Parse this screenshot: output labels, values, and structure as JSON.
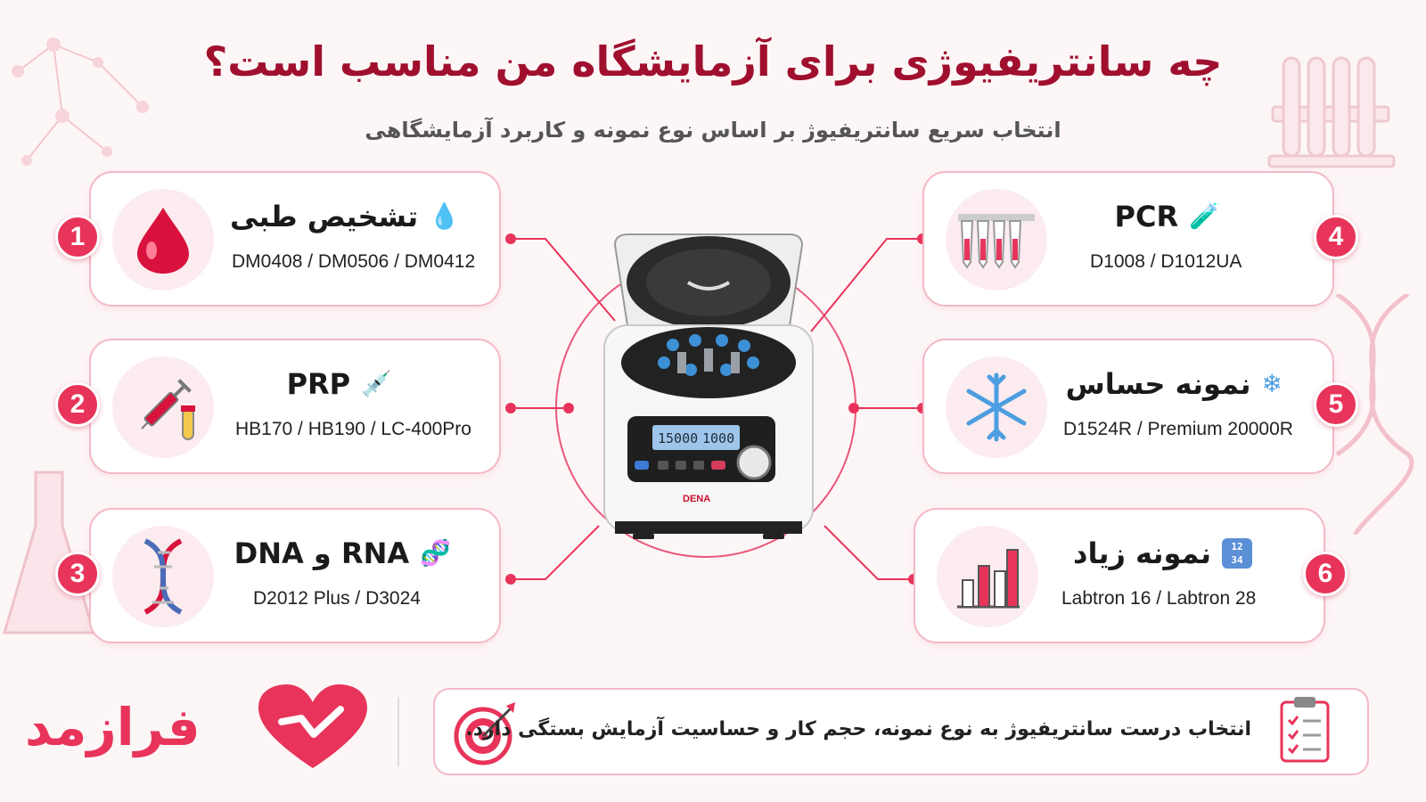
{
  "header": {
    "title": "چه سانتریفیوژی برای آزمایشگاه من مناسب است؟",
    "subtitle": "انتخاب سریع سانتریفیوژ بر اساس نوع نمونه و کاربرد آزمایشگاهی"
  },
  "cards": [
    {
      "number": "1",
      "title": "تشخیص طبی",
      "models": "DM0408 / DM0506 / DM0412",
      "icon": "blood-drop-icon"
    },
    {
      "number": "2",
      "title": "PRP",
      "models": "HB170 / HB190 / LC-400Pro",
      "icon": "syringe-icon"
    },
    {
      "number": "3",
      "title": "RNA و DNA",
      "models": "D2012 Plus / D3024",
      "icon": "dna-icon"
    },
    {
      "number": "4",
      "title": "PCR",
      "models": "D1008 / D1012UA",
      "icon": "pcr-tubes-icon"
    },
    {
      "number": "5",
      "title": "نمونه حساس",
      "models": "D1524R / Premium 20000R",
      "icon": "snowflake-icon"
    },
    {
      "number": "6",
      "title": "نمونه زیاد",
      "models": "Labtron 16 / Labtron 28",
      "icon": "bar-chart-icon"
    }
  ],
  "device": {
    "brand": "DENA",
    "display_left": "15000",
    "display_right": "1000"
  },
  "footer": {
    "note": "انتخاب درست سانتریفیوژ به نوع نمونه، حجم کار و حساسیت آزمایش بستگی دارد."
  },
  "brand": {
    "name": "فرازمد"
  },
  "colors": {
    "accent": "#e8345a",
    "title": "#a0102e",
    "card_border": "#f3b9c6"
  }
}
